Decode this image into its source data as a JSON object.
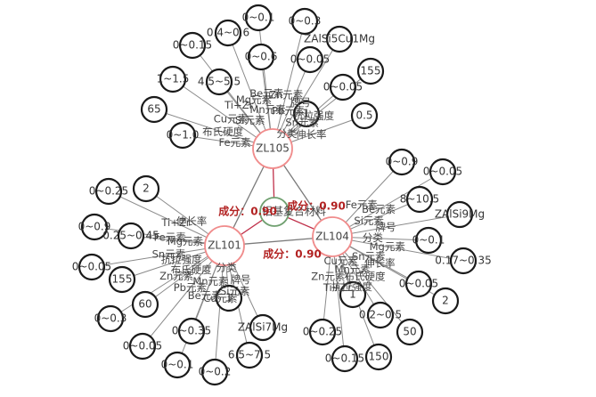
{
  "center": {
    "label": "铝基复合材料"
  },
  "hubs": [
    {
      "id": "zl105",
      "label": "ZL105",
      "score": "成分：0.90",
      "edges": [
        {
          "value": "0~0.1",
          "rel": "Be元素"
        },
        {
          "value": "0~0.3",
          "rel": "Zn元素"
        },
        {
          "value": "ZAlSi5Cu1Mg",
          "rel": "牌号"
        },
        {
          "value": "0.4~0.6",
          "rel": "Mg元素"
        },
        {
          "value": "0~0.6",
          "rel": "Mn元素"
        },
        {
          "value": "0~0.15",
          "rel": "Ti+Zr"
        },
        {
          "value": "0~0.05",
          "rel": "Pb元素"
        },
        {
          "value": "1~1.5",
          "rel": "Cu元素"
        },
        {
          "value": "4.5~5.5",
          "rel": "Si元素"
        },
        {
          "value": "0~0.05",
          "rel": "Sn元素"
        },
        {
          "value": "155",
          "rel": "抗拉强度"
        },
        {
          "value": "65",
          "rel": "布氏硬度"
        },
        {
          "value": "0~1.0",
          "rel": "Fe元素"
        },
        {
          "value": "0.5",
          "rel": "伸长率"
        },
        {
          "value": "1",
          "rel": "分类"
        }
      ]
    },
    {
      "id": "zl101",
      "label": "ZL101",
      "score": "成分：0.90",
      "edges": [
        {
          "value": "2",
          "rel": "伸长率"
        },
        {
          "value": "0~0.25",
          "rel": "Ti+Zr"
        },
        {
          "value": "0~0.9",
          "rel": "Fe元素"
        },
        {
          "value": "0.25~0.45",
          "rel": "Mg元素"
        },
        {
          "value": "0~0.05",
          "rel": "Sn元素"
        },
        {
          "value": "155",
          "rel": "抗拉强度"
        },
        {
          "value": "60",
          "rel": "布氏硬度"
        },
        {
          "value": "0~0.3",
          "rel": "Zn元素"
        },
        {
          "value": "0~0.05",
          "rel": "Pb元素"
        },
        {
          "value": "0~0.35",
          "rel": "Mn元素"
        },
        {
          "value": "0~0.1",
          "rel": "Be元素"
        },
        {
          "value": "0~0.2",
          "rel": "Cu元素"
        },
        {
          "value": "6.5~7.5",
          "rel": "Si元素"
        },
        {
          "value": "ZAlSi7Mg",
          "rel": "牌号"
        },
        {
          "value": "1",
          "rel": "分类"
        }
      ]
    },
    {
      "id": "zl104",
      "label": "ZL104",
      "score": "成分：0.90",
      "edges": [
        {
          "value": "0~0.9",
          "rel": "Fe元素"
        },
        {
          "value": "0~0.05",
          "rel": "Be元素"
        },
        {
          "value": "8~10.5",
          "rel": "Si元素"
        },
        {
          "value": "ZAlSi9Mg",
          "rel": "牌号"
        },
        {
          "value": "0~0.1",
          "rel": "分类"
        },
        {
          "value": "0.17~0.35",
          "rel": "Mg元素"
        },
        {
          "value": "0~0.05",
          "rel": "Sn元素"
        },
        {
          "value": "2",
          "rel": "伸长率"
        },
        {
          "value": "50",
          "rel": "布氏硬度"
        },
        {
          "value": "150",
          "rel": "抗拉强度"
        },
        {
          "value": "0.2~0.5",
          "rel": "Mn元素"
        },
        {
          "value": "0~0.15",
          "rel": "Ti+Zr"
        },
        {
          "value": "0~0.25",
          "rel": "Zn元素"
        },
        {
          "value": "1",
          "rel": "Cu元素"
        }
      ]
    }
  ]
}
